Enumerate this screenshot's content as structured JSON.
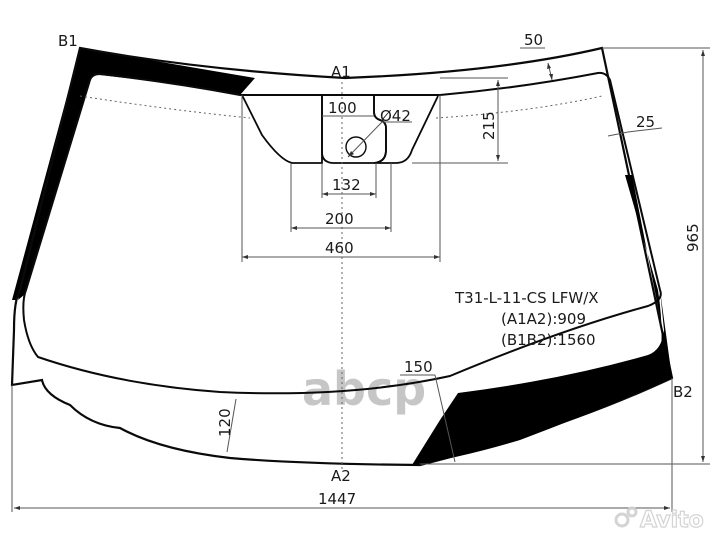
{
  "diagram": {
    "title": "Windshield dimension drawing",
    "colors": {
      "outline": "#0a0a0a",
      "frit": "#000000",
      "dim_line": "#555555",
      "text": "#1a1a1a",
      "watermark": "#b8b8b8",
      "background": "#ffffff"
    },
    "points": {
      "b1": "B1",
      "a1": "A1",
      "a2": "A2",
      "b2": "B2"
    },
    "dimensions": {
      "top_band": "50",
      "side_band": "25",
      "sensor_notch_depth": "100",
      "sensor_hole": "Ø42",
      "sensor_height": "215",
      "notch_width": "132",
      "sensor_bottom_width": "200",
      "sensor_top_width": "460",
      "overall_height": "965",
      "overall_width": "1447",
      "bottom_band_left": "120",
      "bottom_band_right": "150"
    },
    "info": {
      "part_number": "T31-L-11-CS LFW/X",
      "a1a2": "(A1A2):909",
      "b1b2": "(B1B2):1560"
    },
    "watermarks": {
      "center": "abcp",
      "corner": "Avito"
    }
  }
}
